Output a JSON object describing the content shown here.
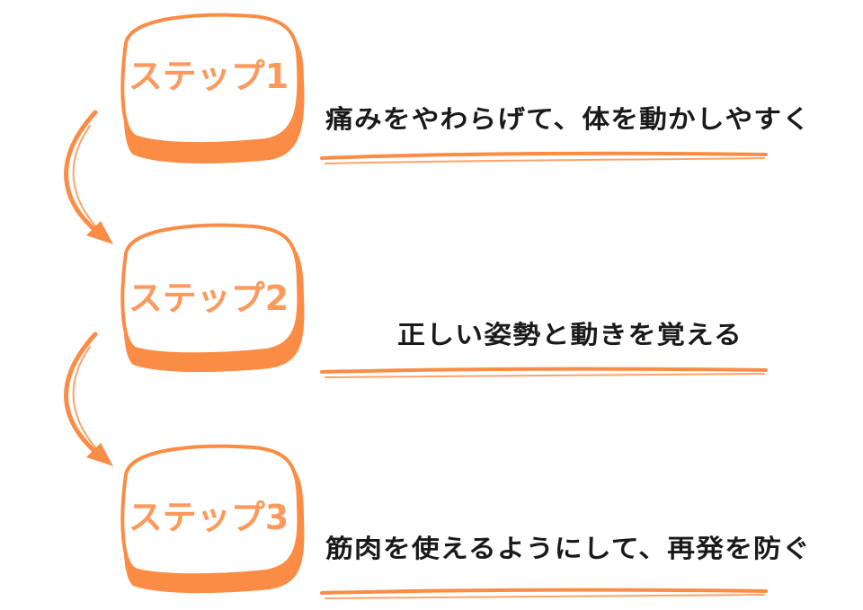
{
  "colors": {
    "accent": "#fa8c45",
    "accent_light": "#fb9a5c",
    "text": "#1a1a1a",
    "background": "#ffffff"
  },
  "steps": [
    {
      "label": "ステップ1",
      "description": "痛みをやわらげて、体を動かしやすく"
    },
    {
      "label": "ステップ2",
      "description": "正しい姿勢と動きを覚える"
    },
    {
      "label": "ステップ3",
      "description": "筋肉を使えるようにして、再発を防ぐ"
    }
  ]
}
